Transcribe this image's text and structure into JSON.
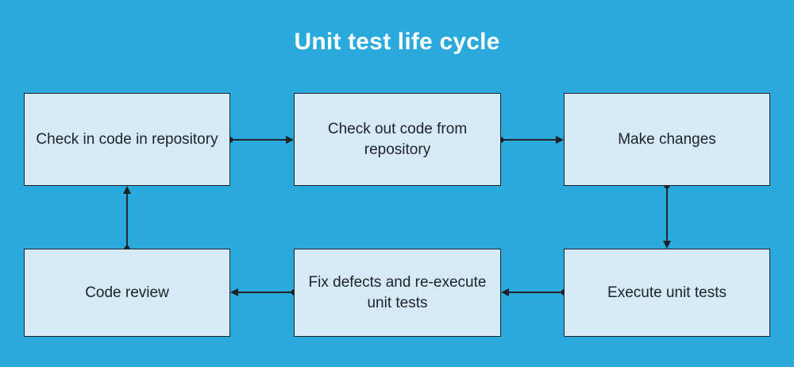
{
  "diagram": {
    "title": "Unit test life cycle",
    "background_color": "#29a9dc",
    "node_fill_color": "#d6e9f6",
    "node_border_color": "#1d2327",
    "title_color": "#ffffff",
    "nodes": [
      {
        "id": "check-in",
        "label": "Check in code in repository"
      },
      {
        "id": "check-out",
        "label": "Check out code from repository"
      },
      {
        "id": "make-changes",
        "label": "Make changes"
      },
      {
        "id": "execute-unit-tests",
        "label": "Execute unit tests"
      },
      {
        "id": "fix-defects",
        "label": "Fix defects and re-execute unit tests"
      },
      {
        "id": "code-review",
        "label": "Code review"
      }
    ],
    "edges": [
      {
        "from": "check-in",
        "to": "check-out",
        "direction": "right"
      },
      {
        "from": "check-out",
        "to": "make-changes",
        "direction": "right"
      },
      {
        "from": "make-changes",
        "to": "execute-unit-tests",
        "direction": "down"
      },
      {
        "from": "execute-unit-tests",
        "to": "fix-defects",
        "direction": "left"
      },
      {
        "from": "fix-defects",
        "to": "code-review",
        "direction": "left"
      },
      {
        "from": "code-review",
        "to": "check-in",
        "direction": "up"
      }
    ]
  }
}
